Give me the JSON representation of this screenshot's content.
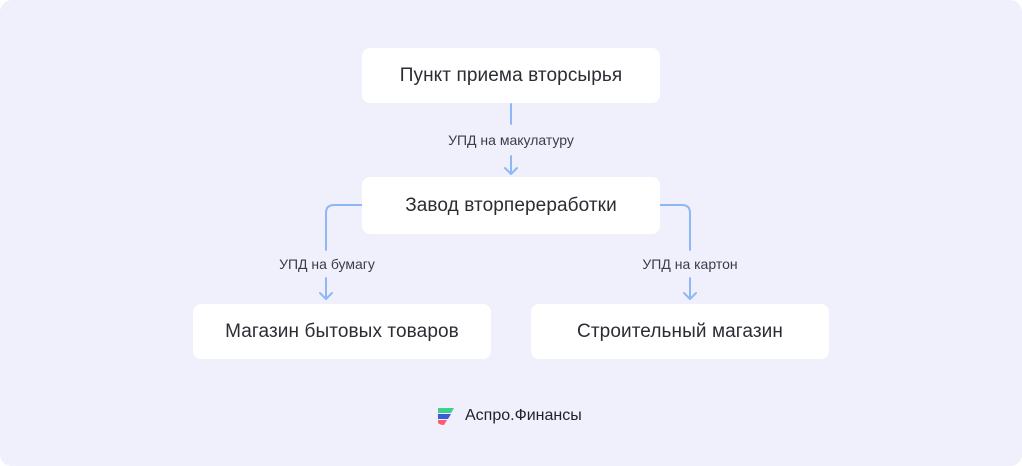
{
  "diagram": {
    "nodes": {
      "top": "Пункт приема вторсырья",
      "mid": "Завод вторпереработки",
      "left": "Магазин бытовых товаров",
      "right": "Строительный магазин"
    },
    "edges": {
      "top_to_mid": "УПД на макулатуру",
      "mid_to_left": "УПД на бумагу",
      "mid_to_right": "УПД на картон"
    }
  },
  "brand": {
    "name": "Аспро.Финансы",
    "logo_icon": "aspro-logo-icon"
  },
  "colors": {
    "background": "#eff0fb",
    "node": "#ffffff",
    "connector": "#8db8f5",
    "text": "#2b2d33"
  }
}
